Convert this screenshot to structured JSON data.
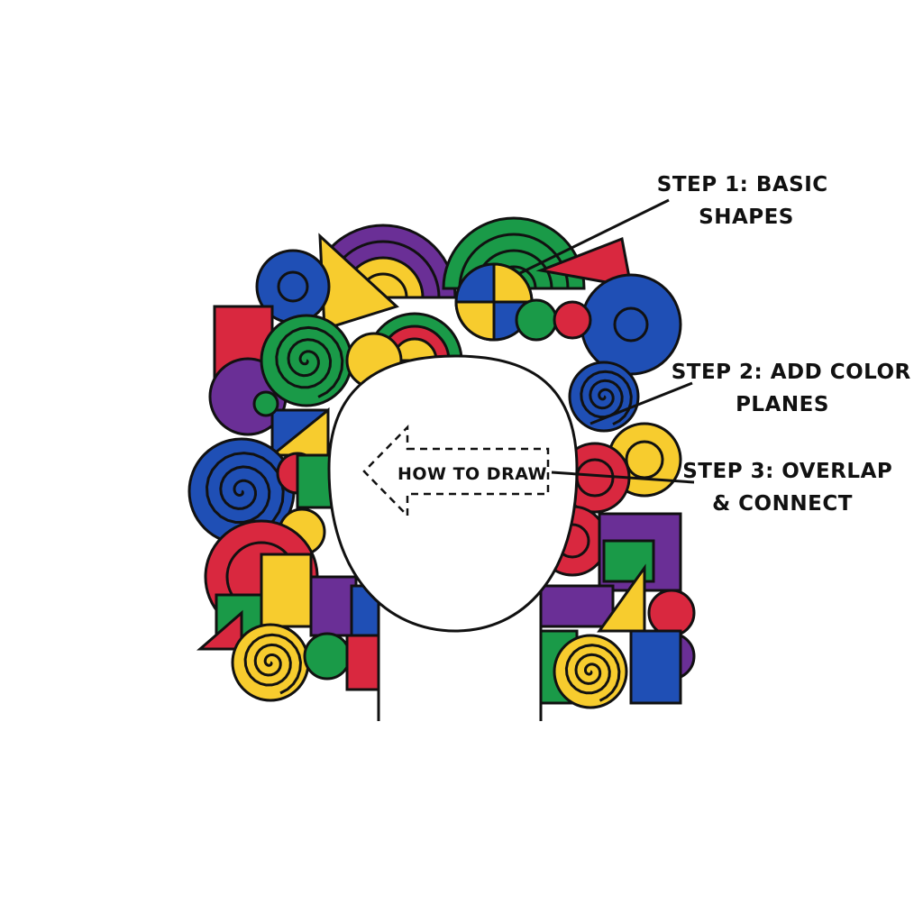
{
  "center_label": "HOW TO DRAW",
  "steps": [
    {
      "lines": [
        "STEP 1: BASIC",
        "SHAPES"
      ]
    },
    {
      "lines": [
        "STEP 2: ADD COLOR",
        "PLANES"
      ]
    },
    {
      "lines": [
        "STEP 3: OVERLAP",
        "& CONNECT"
      ]
    }
  ],
  "palette": {
    "blue": "#1f4fb5",
    "red": "#d9283f",
    "yellow": "#f7cc2e",
    "green": "#1a9a48",
    "purple": "#6a2f96",
    "outline": "#111111"
  }
}
